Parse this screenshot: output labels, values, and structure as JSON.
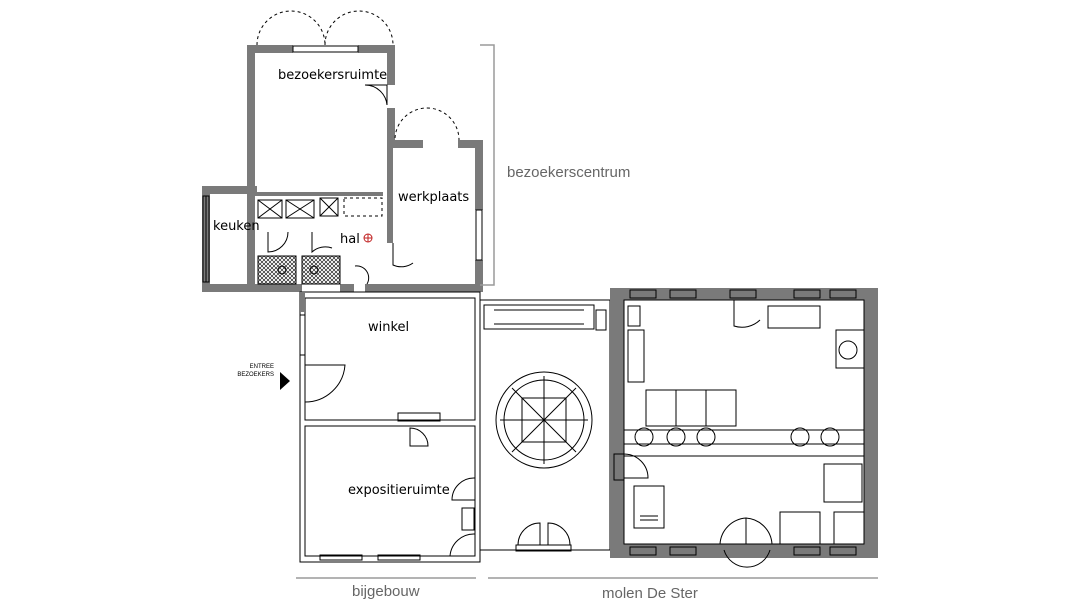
{
  "rooms": {
    "bezoekersruimte": "bezoekersruimte",
    "werkplaats": "werkplaats",
    "keuken": "keuken",
    "hal": "hal",
    "winkel": "winkel",
    "expositieruimte": "expositieruimte"
  },
  "zones": {
    "bezoekerscentrum": "bezoekerscentrum",
    "bijgebouw": "bijgebouw",
    "molen": "molen De Ster"
  },
  "entrance": {
    "line1": "ENTREE",
    "line2": "BEZOEKERS"
  },
  "colors": {
    "wall": "#7a7a7a",
    "line": "#000000",
    "zone_text": "#666666"
  }
}
